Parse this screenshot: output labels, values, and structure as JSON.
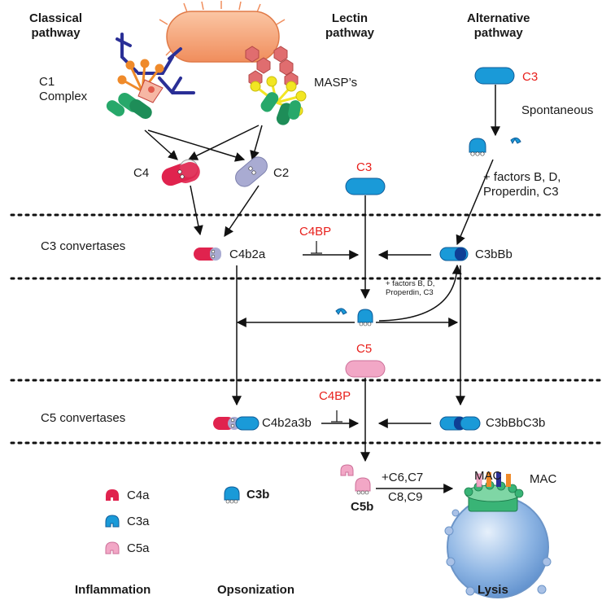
{
  "headers": {
    "classical": [
      "Classical",
      "pathway"
    ],
    "lectin": [
      "Lectin",
      "pathway"
    ],
    "alternative": [
      "Alternative",
      "pathway"
    ]
  },
  "labels": {
    "c1_complex": [
      "C1",
      "Complex"
    ],
    "masps": "MASP’s",
    "c3_alt": "C3",
    "spontaneous": "Spontaneous",
    "factors_big": [
      "+ factors B, D,",
      "Properdin, C3"
    ],
    "c4": "C4",
    "c2": "C2",
    "c3_center": "C3",
    "c3_convertases": "C3 convertases",
    "c4bp_top": "C4BP",
    "c4b2a": "C4b2a",
    "c3bbb": "C3bBb",
    "factors_small": [
      "+ factors B, D,",
      "Properdin, C3"
    ],
    "c5": "C5",
    "c5_convertases": "C5 convertases",
    "c4bp_bottom": "C4BP",
    "c4b2a3b": "C4b2a3b",
    "c3bbbc3b": "C3bBbC3b",
    "c6c7": "+C6,C7",
    "c8c9": "C8,C9",
    "c5b": "C5b",
    "mac_top": "MAC",
    "mac_right": "MAC"
  },
  "legend": {
    "c4a": "C4a",
    "c3a": "C3a",
    "c5a": "C5a",
    "c3b": "C3b"
  },
  "outcomes": {
    "inflammation": "Inflammation",
    "opsonization": "Opsonization",
    "lysis": "Lysis"
  },
  "colors": {
    "c4": "#e0234e",
    "c2": "#a9abd2",
    "c3": "#1a9ad8",
    "c3_dark": "#0f5c99",
    "c5": "#f2a7c6",
    "bacterium": "#f4a67a",
    "antibody": "#2a2f96",
    "c1q": "#ef8a2a",
    "mbl": "#f2e622",
    "green": "#27a86a",
    "cell": "#7aa8dc",
    "mac_green": "#39b476",
    "accent_red": "#e8201c"
  }
}
